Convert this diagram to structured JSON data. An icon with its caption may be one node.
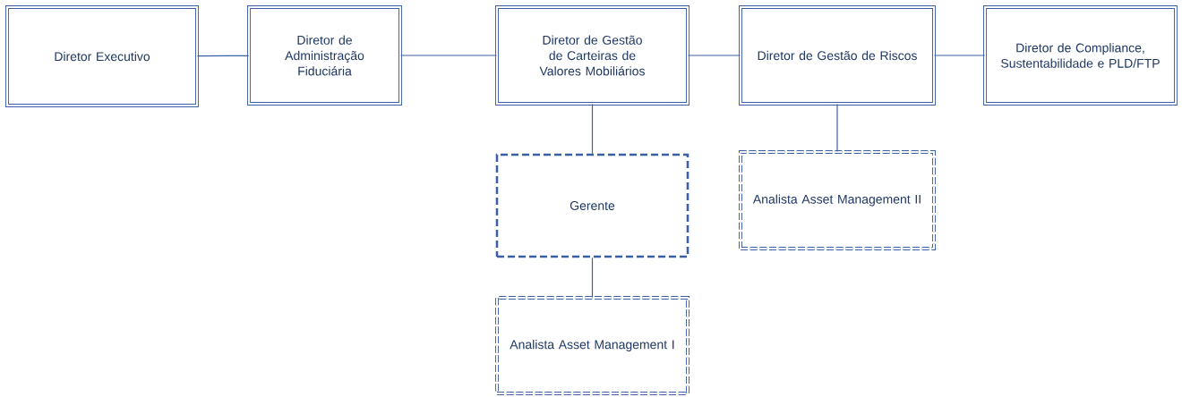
{
  "diagram": {
    "nodes": [
      {
        "text": [
          "Diretor Executivo"
        ]
      },
      {
        "text": [
          "Diretor de Administração Fiduciária"
        ]
      },
      {
        "text": [
          "Diretor de Gestão de Carteiras de Valores Mobiliários"
        ]
      },
      {
        "text": [
          "Diretor de Gestão de Riscos"
        ]
      },
      {
        "text": [
          "Diretor de Compliance, Sustentabilidade e PLD/FTP"
        ]
      },
      {
        "text": [
          "Gerente"
        ]
      },
      {
        "text": [
          "Analista Asset Management II"
        ]
      },
      {
        "text": [
          "Analista Asset Management I"
        ]
      }
    ],
    "edges": [
      {
        "from": 0,
        "to": 1,
        "arrow": "none"
      },
      {
        "from": 1,
        "to": 2,
        "arrow": "none"
      },
      {
        "from": 2,
        "to": 3,
        "arrow": "none"
      },
      {
        "from": 3,
        "to": 4,
        "arrow": "none"
      },
      {
        "from": 2,
        "to": 5,
        "arrow": "none"
      },
      {
        "from": 3,
        "to": 6,
        "arrow": "none"
      },
      {
        "from": 5,
        "to": 7,
        "arrow": "none"
      }
    ]
  }
}
